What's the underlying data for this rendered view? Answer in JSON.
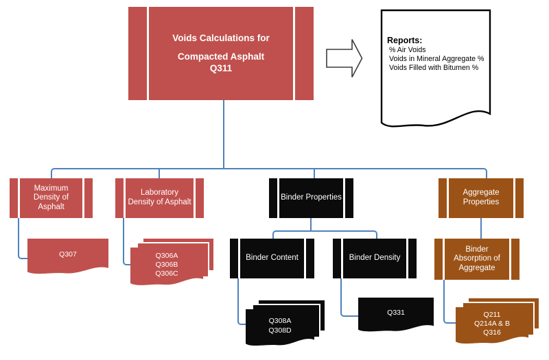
{
  "colors": {
    "red": "#C0504D",
    "black": "#0B0B0B",
    "brown": "#9B5216",
    "connector": "#4E81BD"
  },
  "main_box": {
    "line1": "Voids Calculations for",
    "line2": "Compacted Asphalt",
    "line3": "Q311"
  },
  "reports": {
    "title": "Reports:",
    "items": [
      "% Air Voids",
      "Voids in Mineral Aggregate %",
      "Voids Filled with Bitumen %"
    ]
  },
  "level1": [
    {
      "label": "Maximum Density of Asphalt",
      "color": "red"
    },
    {
      "label": "Laboratory Density of Asphalt",
      "color": "red"
    },
    {
      "label": "Binder Properties",
      "color": "black"
    },
    {
      "label": "Aggregate Properties",
      "color": "brown"
    }
  ],
  "level2": [
    {
      "label": "Binder Content",
      "color": "black"
    },
    {
      "label": "Binder Density",
      "color": "black"
    },
    {
      "label": "Binder Absorption of Aggregate",
      "color": "brown"
    }
  ],
  "documents": [
    {
      "id": "q307",
      "lines": [
        "Q307"
      ],
      "color": "red",
      "stacked": false
    },
    {
      "id": "q306",
      "lines": [
        "Q306A",
        "Q306B",
        "Q306C"
      ],
      "color": "red",
      "stacked": true
    },
    {
      "id": "q308",
      "lines": [
        "Q308A",
        "Q308D"
      ],
      "color": "black",
      "stacked": true
    },
    {
      "id": "q331",
      "lines": [
        "Q331"
      ],
      "color": "black",
      "stacked": false
    },
    {
      "id": "q211",
      "lines": [
        "Q211",
        "Q214A & B",
        "Q316"
      ],
      "color": "brown",
      "stacked": true
    }
  ]
}
